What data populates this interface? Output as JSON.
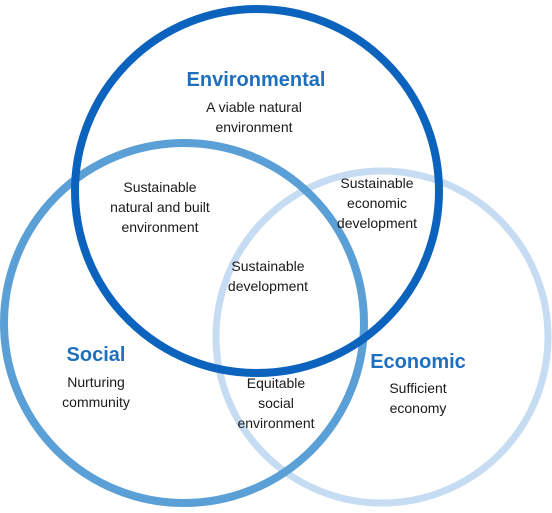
{
  "colors": {
    "environmental_ring": "#0b63bd",
    "social_ring": "#5a9fd6",
    "economic_ring": "#c5dcf2",
    "title_text": "#1f6fbf",
    "body_text": "#1a1a1a"
  },
  "circles": {
    "environmental": {
      "title": "Environmental",
      "subtitle": "A viable natural\nenvironment"
    },
    "social": {
      "title": "Social",
      "subtitle": "Nurturing\ncommunity"
    },
    "economic": {
      "title": "Economic",
      "subtitle": "Sufficient\neconomy"
    }
  },
  "intersections": {
    "environmental_social": "Sustainable\nnatural and built\nenvironment",
    "environmental_economic": "Sustainable\neconomic\ndevelopment",
    "social_economic": "Equitable\nsocial\nenvironment",
    "center": "Sustainable\ndevelopment"
  }
}
